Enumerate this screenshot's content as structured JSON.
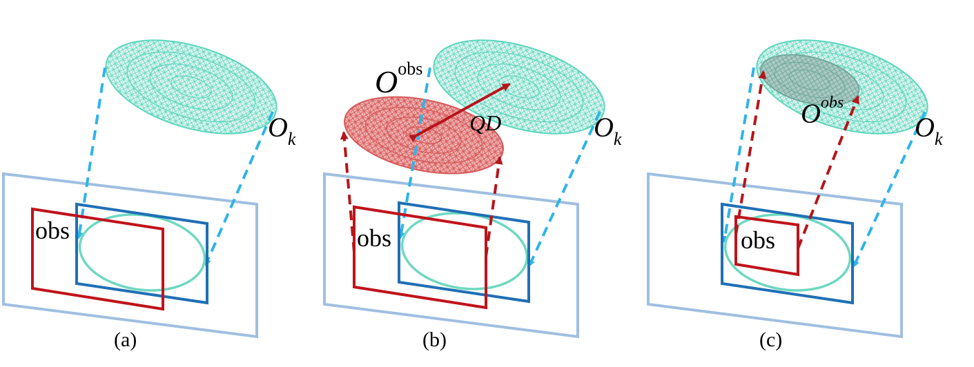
{
  "panels": [
    {
      "caption": "(a)",
      "obs_label": "obs",
      "object_label": {
        "base": "O",
        "sub": "k"
      }
    },
    {
      "caption": "(b)",
      "obs_label": "obs",
      "object_label": {
        "base": "O",
        "sub": "k"
      },
      "observed_label": {
        "base": "O",
        "sup": "obs"
      },
      "distance_label": "QD"
    },
    {
      "caption": "(c)",
      "obs_label": "obs",
      "object_label": {
        "base": "O",
        "sub": "k"
      },
      "observed_label": {
        "base": "O",
        "sup": "obs"
      }
    }
  ],
  "colors": {
    "image_plane": "#9fbfe0",
    "projected_box": "#1f6fb5",
    "observation_box": "#c0131a",
    "ellipse_outline": "#6ed8c0",
    "object_mesh": "#5fd6bc",
    "observed_mesh": "#e06a6a",
    "projection_rays": "#2fb4e8",
    "observation_rays": "#b5151a",
    "qd_arrow": "#b5151a"
  }
}
